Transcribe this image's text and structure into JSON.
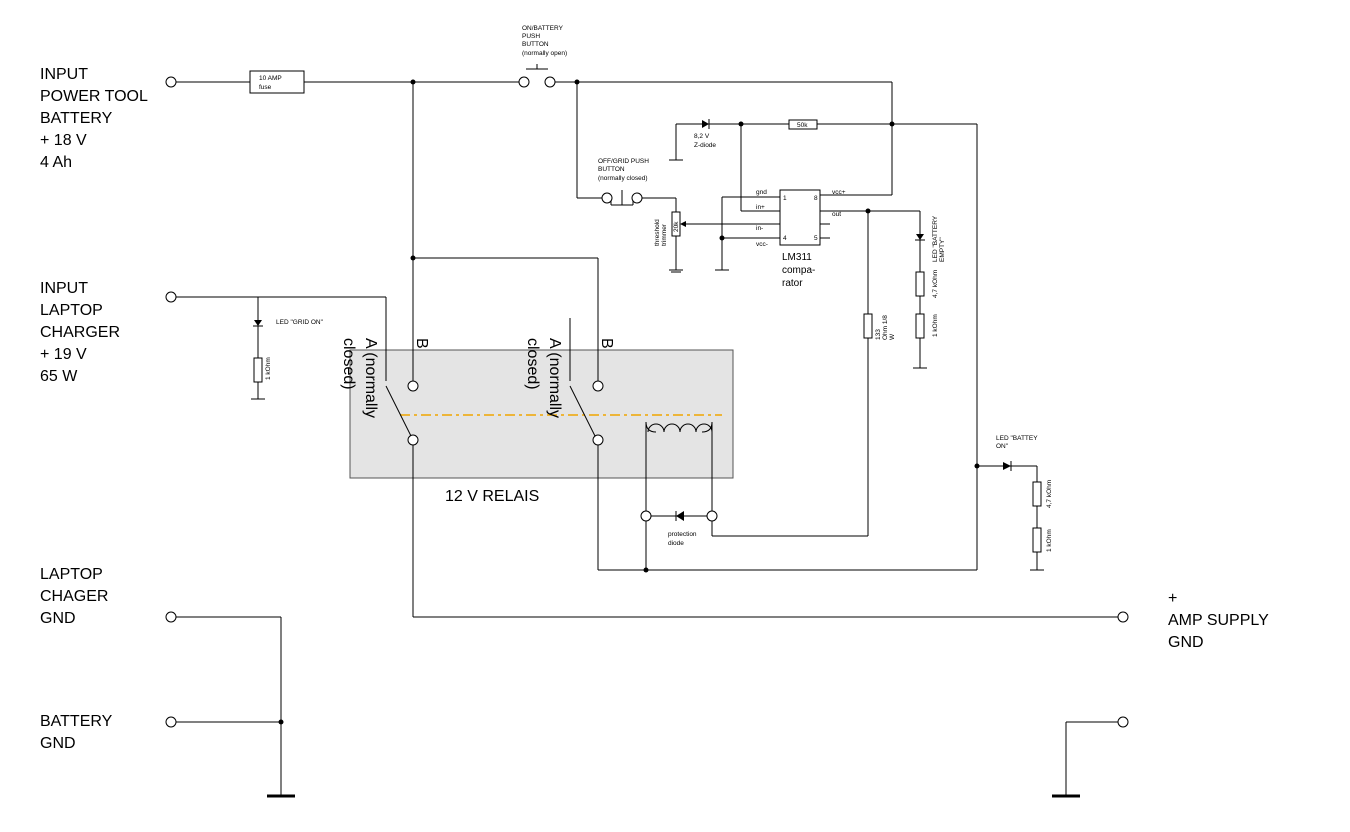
{
  "labels": {
    "input_battery": [
      "INPUT",
      "POWER TOOL",
      "BATTERY",
      "+ 18 V",
      "4 Ah"
    ],
    "input_charger": [
      "INPUT",
      "LAPTOP",
      "CHARGER",
      "+ 19 V",
      "65 W"
    ],
    "laptop_gnd": [
      "LAPTOP",
      "CHAGER",
      "GND"
    ],
    "battery_gnd": [
      "BATTERY",
      "GND"
    ],
    "amp_supply": [
      "+",
      "AMP SUPPLY",
      "GND"
    ],
    "fuse": [
      "10 AMP",
      "fuse"
    ],
    "on_button": [
      "ON/BATTERY",
      "PUSH",
      "BUTTON",
      "(normally open)"
    ],
    "off_button": [
      "OFF/GRID PUSH",
      "BUTTON",
      "(normally closed)"
    ],
    "zdiode": [
      "8,2 V",
      "Z-diode"
    ],
    "r50k": "50k",
    "trimmer_label": [
      "threshold",
      "trimmer"
    ],
    "trimmer_value": "20k",
    "comparator": [
      "LM311",
      "compa-",
      "rator"
    ],
    "pins_left": [
      "gnd",
      "in+",
      "in-",
      "vcc-"
    ],
    "pins_left_nums": [
      "1",
      "4"
    ],
    "pins_right": [
      "vcc+",
      "out"
    ],
    "pins_right_nums": [
      "8",
      "5"
    ],
    "led_grid": "LED \"GRID ON\"",
    "r_grid": "1 kOhm",
    "led_empty": [
      "LED \"BATTERY",
      "EMPTY\""
    ],
    "r_empty_1": "4,7 kOhm",
    "r_empty_2": "1 kOhm",
    "r133": [
      "133",
      "Ohm 1/8",
      "W"
    ],
    "led_on": [
      "LED \"BATTEY",
      "ON\""
    ],
    "r_on_1": "4,7 kOhm",
    "r_on_2": "1 kOhm",
    "relay_contact_a": [
      "A (normally",
      "closed)"
    ],
    "relay_contact_b": "B",
    "relay": "12 V RELAIS",
    "protection_diode": [
      "protection",
      "diode"
    ]
  },
  "colors": {
    "relay_fill": "#e4e4e4",
    "linkage": "#f0a500"
  }
}
